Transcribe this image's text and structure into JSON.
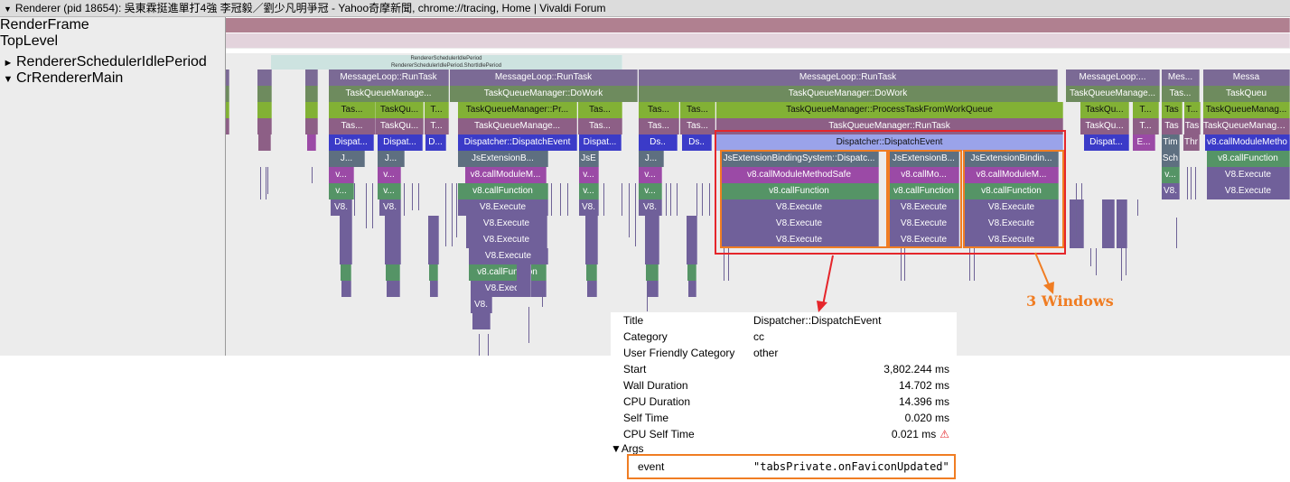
{
  "window": {
    "title": "Renderer (pid 18654): 吳東霖挺進單打4強 李冠毅／劉少凡明爭冠 - Yahoo奇摩新聞, chrome://tracing, Home | Vivaldi Forum",
    "collapse_glyph": "▼"
  },
  "tracks": {
    "render_frame": "RenderFrame",
    "top_level": "TopLevel",
    "idle_period": {
      "glyph": "►",
      "label": "RendererSchedulerIdlePeriod"
    },
    "main": {
      "glyph": "▼",
      "label": "CrRendererMain"
    },
    "idle_slice_1": "RendererSchedulerIdlePeriod",
    "idle_slice_2": "RendererSchedulerIdlePeriod.ShortIdlePeriod"
  },
  "flame": {
    "row0": [
      "MessageLoop::RunTask",
      "MessageLoop::RunTask",
      "MessageLoop::RunTask",
      "MessageLoop:...",
      "Mes...",
      "Messa"
    ],
    "row1": [
      "TaskQueueManage...",
      "TaskQueueManager::DoWork",
      "TaskQueueManager::DoWork",
      "TaskQueueManage...",
      "Tas...",
      "TaskQueu"
    ],
    "row2": [
      "Tas...",
      "TaskQu...",
      "T...",
      "TaskQueueManager::Pr...",
      "Tas...",
      "Tas...",
      "Tas...",
      "TaskQueueManager::ProcessTaskFromWorkQueue",
      "TaskQu...",
      "T...",
      "Tas",
      "T...",
      "TaskQueueManag..."
    ],
    "row3": [
      "Tas...",
      "TaskQu...",
      "T...",
      "TaskQueueManage...",
      "Tas...",
      "Tas...",
      "Tas...",
      "TaskQueueManager::RunTask",
      "TaskQu...",
      "T...",
      "Tas",
      "Tas",
      "TaskQueueManage..."
    ],
    "row4": [
      "Dispat...",
      "Dispat...",
      "D...",
      "Dispatcher::DispatchEvent",
      "Dispat...",
      "Ds..",
      "Ds..",
      "Dispatcher::DispatchEvent",
      "Dispat...",
      "E...",
      "Tim",
      "Thr",
      "v8.callModuleMetho"
    ],
    "row5": [
      "J...",
      "J...",
      "JsExtensionB...",
      "JsE",
      "J...",
      "JsExtensionBindingSystem::Dispatc...",
      "JsExtensionB...",
      "JsExtensionBindin...",
      "Sch",
      "v8.callFunction"
    ],
    "row6": [
      "v...",
      "v...",
      "v8.callModuleM...",
      "v...",
      "v...",
      "v8.callModuleMethodSafe",
      "v8.callMo...",
      "v8.callModuleM...",
      "v...",
      "V8.Execute"
    ],
    "row7": [
      "v...",
      "v...",
      "v8.callFunction",
      "v...",
      "v...",
      "v8.callFunction",
      "v8.callFunction",
      "v8.callFunction",
      "V8.",
      "V8.Execute"
    ],
    "row8": [
      "V8.",
      "V8.",
      "V8.Execute",
      "V8.",
      "V8.",
      "V8.Execute",
      "V8.Execute",
      "V8.Execute"
    ],
    "row9": [
      "V8.Execute",
      "V8.Execute",
      "V8.Execute",
      "V8.Execute"
    ],
    "row10": [
      "V8.Execute",
      "V8.Execute",
      "V8.Execute",
      "V8.Execute"
    ],
    "row11": [
      "V8.Execute"
    ],
    "row12": [
      "v8.callFunction"
    ],
    "row13": [
      "V8.Execute"
    ],
    "row14": [
      "V8."
    ]
  },
  "annotation": "3 Windows",
  "details": {
    "title_key": "Title",
    "title_val": "Dispatcher::DispatchEvent",
    "category_key": "Category",
    "category_val": "cc",
    "ufc_key": "User Friendly Category",
    "ufc_val": "other",
    "start_key": "Start",
    "start_val": "3,802.244 ms",
    "wall_key": "Wall Duration",
    "wall_val": "14.702 ms",
    "cpu_key": "CPU Duration",
    "cpu_val": "14.396 ms",
    "self_key": "Self Time",
    "self_val": "0.020 ms",
    "cpuself_key": "CPU Self Time",
    "cpuself_val": "0.021 ms",
    "warning_glyph": "⚠",
    "args_head": "▼Args",
    "event_key": "event",
    "event_val": "\"tabsPrivate.onFaviconUpdated\""
  },
  "colors": {
    "message_loop": "#7b6a95",
    "do_work": "#6e8b5e",
    "process_task": "#82b135",
    "run_task": "#8d5f86",
    "dispatch": "#3b3bc8",
    "dispatch_selected": "#9aa3ea",
    "js_extension": "#5e6f80",
    "call_module": "#9b4aa6",
    "call_function": "#559466",
    "v8_execute": "#70609a",
    "highlight_red": "#e5262b",
    "highlight_orange": "#f07d23"
  }
}
